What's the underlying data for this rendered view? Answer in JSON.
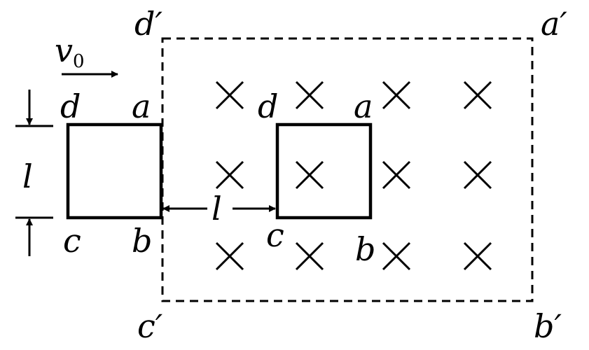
{
  "field_region": {
    "corners": {
      "top_left": "d′",
      "top_right": "a′",
      "bottom_left": "c′",
      "bottom_right": "b′"
    },
    "field_symbol": "×",
    "field_rows": 3,
    "field_cols": 4
  },
  "loop_initial": {
    "corners": {
      "top_left": "d",
      "top_right": "a",
      "bottom_left": "c",
      "bottom_right": "b"
    }
  },
  "loop_inside": {
    "corners": {
      "top_left": "d",
      "top_right": "a",
      "bottom_left": "c",
      "bottom_right": "b"
    }
  },
  "velocity": {
    "symbol": "v",
    "subscript": "0"
  },
  "side_length_label": "l",
  "gap_label": "l",
  "colors": {
    "ink": "#000000",
    "background": "#ffffff"
  }
}
